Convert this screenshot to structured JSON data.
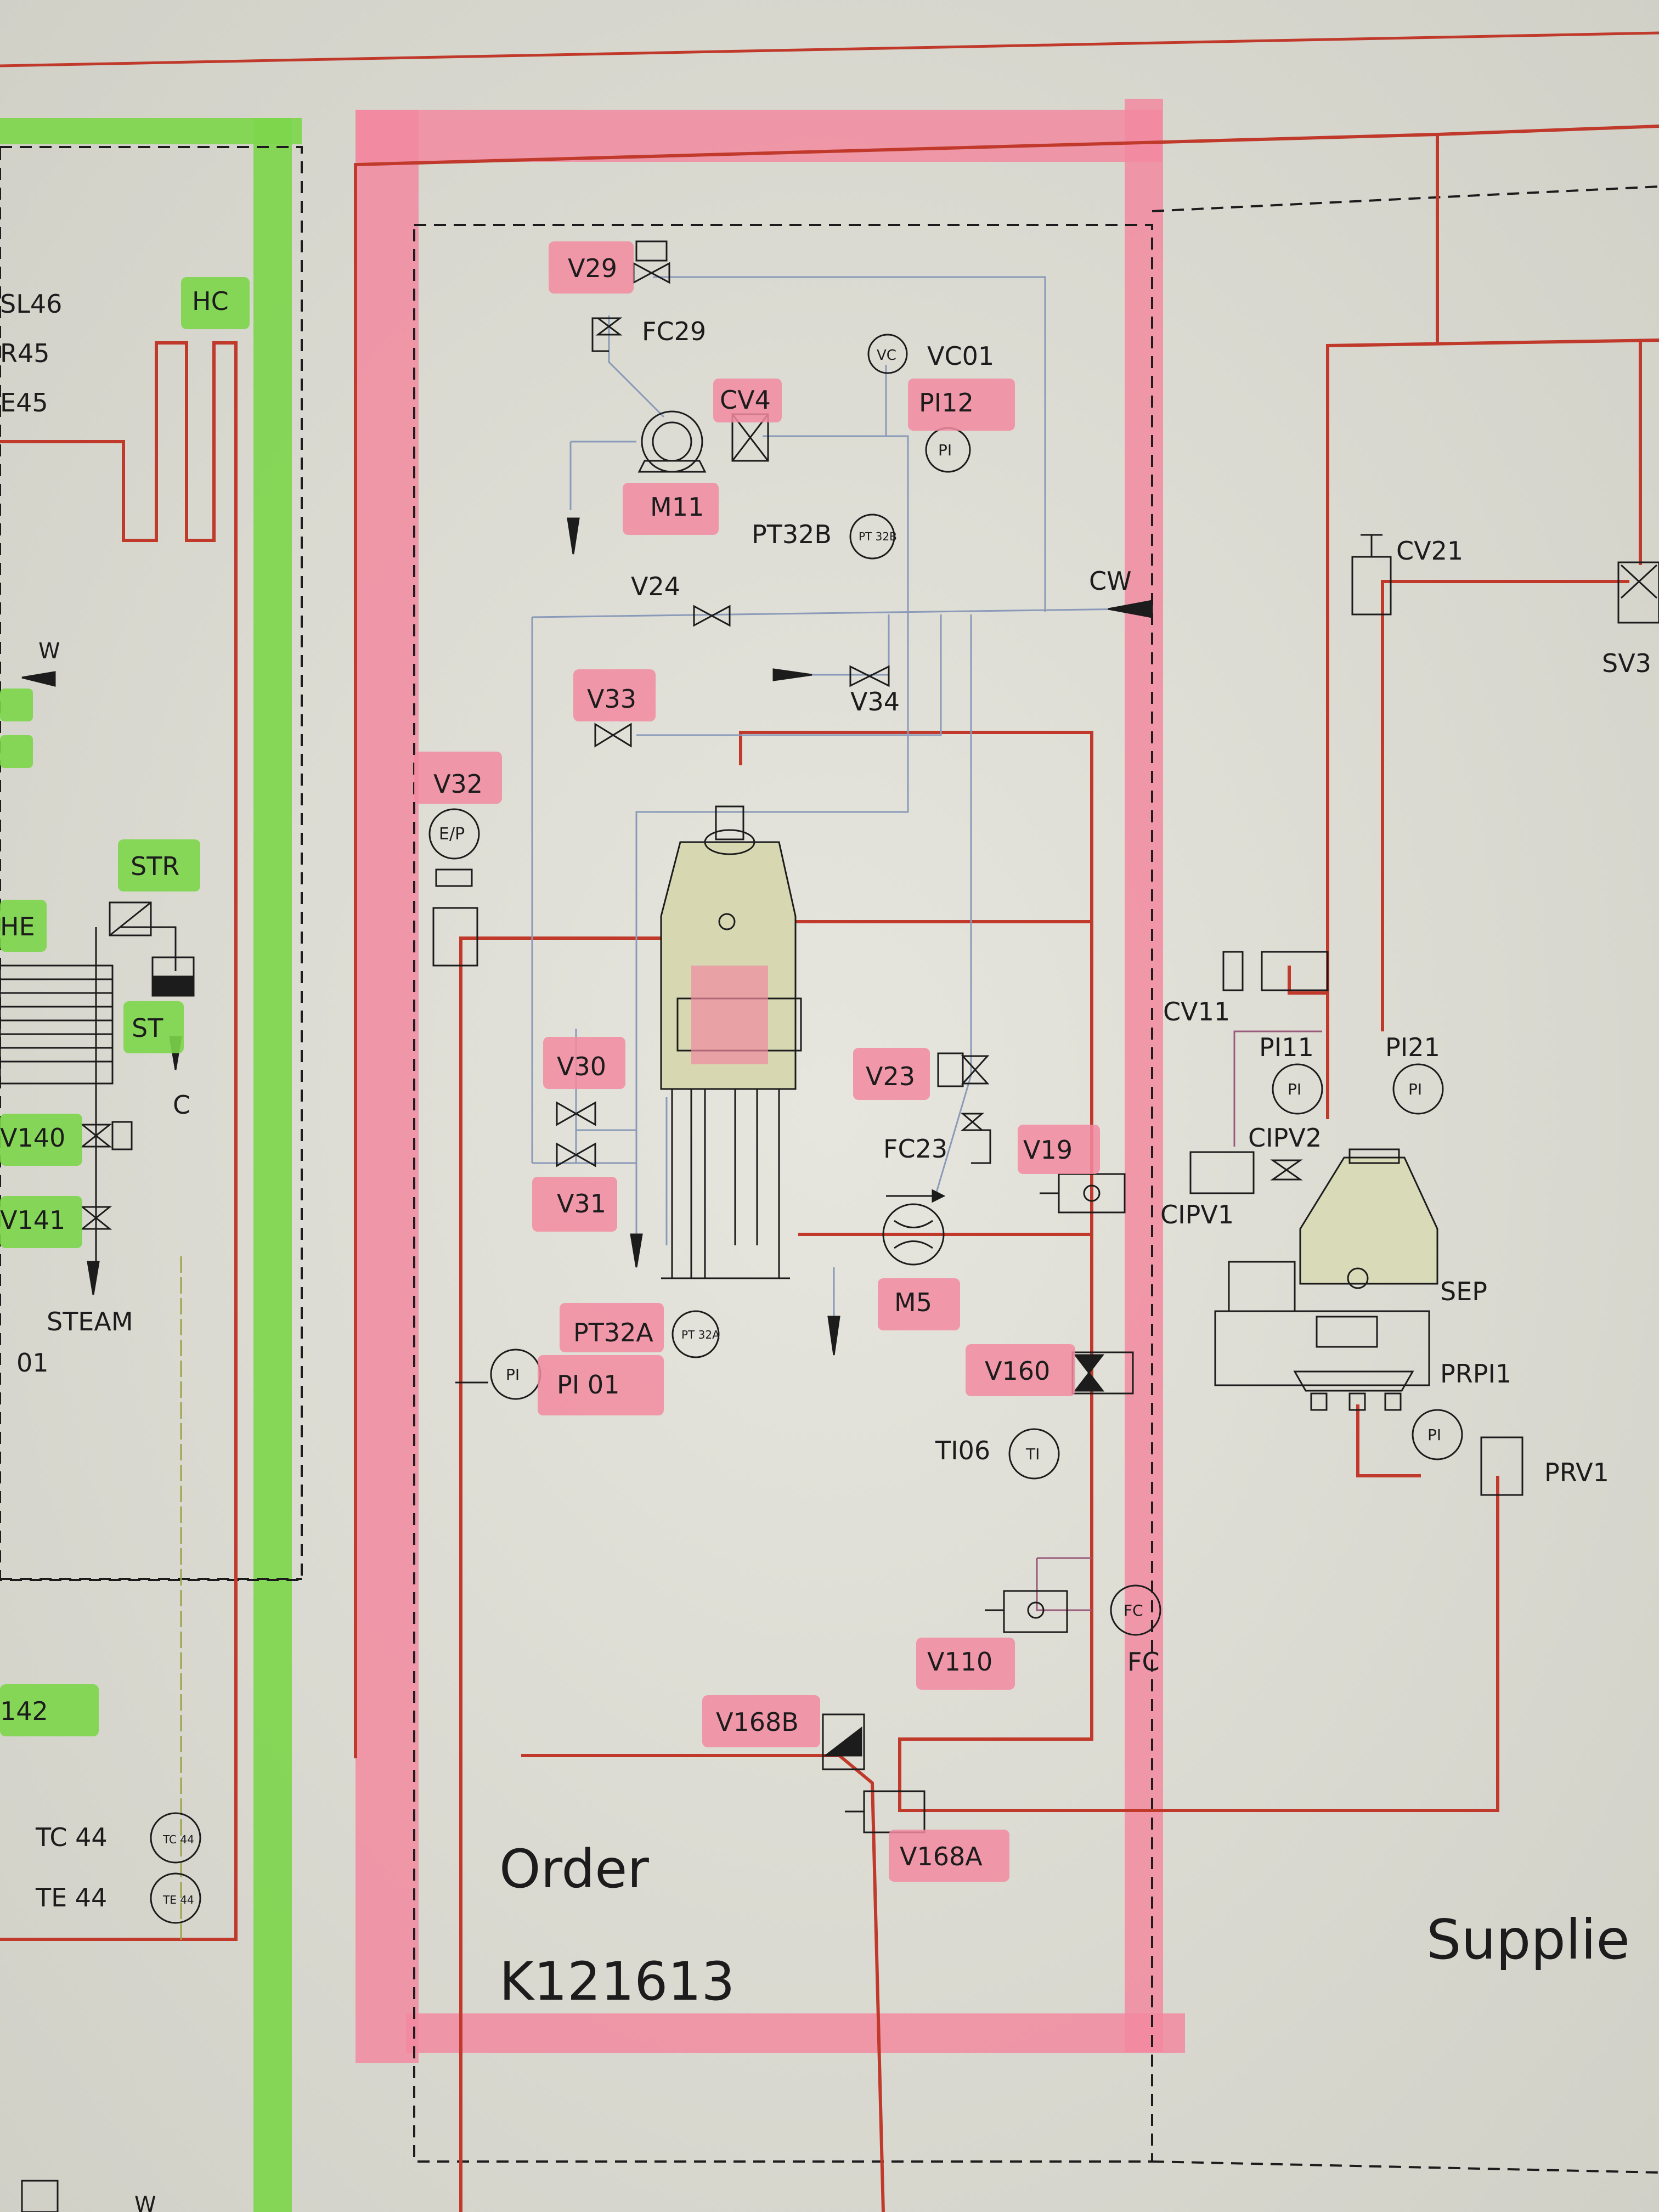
{
  "colors": {
    "paper": "#deded6",
    "process_line": "#c0392b",
    "service_line": "#8a9ab8",
    "pink_marker": "#f06f8e",
    "green_marker": "#6cd43a",
    "ink": "#1c1c1c"
  },
  "order": {
    "label": "Order",
    "number": "K121613"
  },
  "supplier_text": "Supplie",
  "center_tags": {
    "v29": "V29",
    "fc29": "FC29",
    "vc": "VC",
    "vc01": "VC01",
    "cv4": "CV4",
    "pi12": "PI12",
    "pi": "PI",
    "m11": "M11",
    "pt32b": "PT32B",
    "pt32b_bubble": "PT 32B",
    "v24": "V24",
    "cw": "CW",
    "v34": "V34",
    "v33": "V33",
    "v32": "V32",
    "ep": "E/P",
    "v30": "V30",
    "v31": "V31",
    "v23": "V23",
    "fc23": "FC23",
    "v19": "V19",
    "m5": "M5",
    "pt32a": "PT32A",
    "pt32a_bubble": "PT 32A",
    "pi01": "PI 01",
    "v160": "V160",
    "ti06": "TI06",
    "ti": "TI",
    "fc_bubble": "FC",
    "fc": "FC",
    "v110": "V110",
    "v168b": "V168B",
    "v168a": "V168A"
  },
  "right_tags": {
    "cv21": "CV21",
    "sv3": "SV3",
    "cv11": "CV11",
    "pi11": "PI11",
    "pi21": "PI21",
    "cipv2": "CIPV2",
    "cipv1": "CIPV1",
    "sep": "SEP",
    "prpi1": "PRPI1",
    "prv1": "PRV1",
    "pi": "PI"
  },
  "left_tags": {
    "sl46": "SL46",
    "r45": "R45",
    "e45": "E45",
    "hc": "HC",
    "w": "W",
    "str": "STR",
    "he": "HE",
    "st": "ST",
    "c": "C",
    "v140": "V140",
    "v141": "V141",
    "steam": "STEAM",
    "n01": "01",
    "n142": "142",
    "tc44": "TC  44",
    "te44": "TE  44",
    "tc_bubble": "TC 44",
    "te_bubble": "TE 44",
    "w2": "W"
  }
}
